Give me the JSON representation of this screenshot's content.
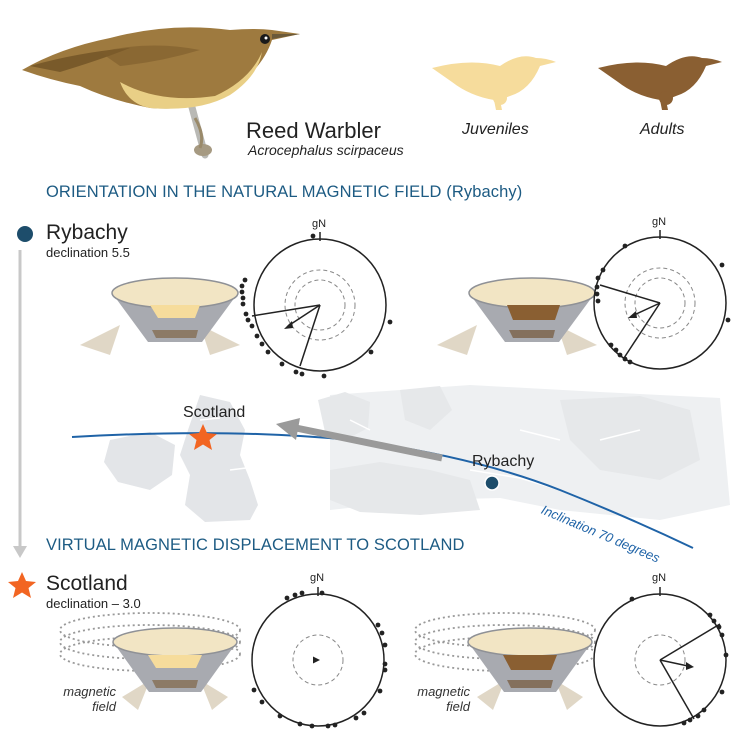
{
  "header": {
    "species_name": "Reed Warbler",
    "species_latin": "Acrocephalus scirpaceus",
    "legend_juveniles": "Juveniles",
    "legend_adults": "Adults"
  },
  "sections": {
    "natural_title": "ORIENTATION IN THE NATURAL MAGNETIC FIELD (Rybachy)",
    "virtual_title": "VIRTUAL MAGNETIC DISPLACEMENT TO SCOTLAND"
  },
  "sites": {
    "rybachy_name": "Rybachy",
    "rybachy_declination": "declination 5.5",
    "scotland_name": "Scotland",
    "scotland_declination": "declination – 3.0"
  },
  "map": {
    "scotland_label": "Scotland",
    "rybachy_label": "Rybachy",
    "inclination_label": "Inclination 70 degrees"
  },
  "circular_plots": {
    "north_label": "gN",
    "field_label_line1": "magnetic",
    "field_label_line2": "field"
  },
  "colors": {
    "heading_blue": "#1d5b83",
    "field_line_blue": "#1f63a7",
    "rybachy_marker": "#1d4d6b",
    "scotland_star": "#f26522",
    "juvenile_color": "#f6dc9c",
    "adult_color": "#8a5f32"
  },
  "icons": {
    "rybachy_marker": "filled-circle",
    "scotland_marker": "star",
    "arrow": "gray-arrow"
  }
}
